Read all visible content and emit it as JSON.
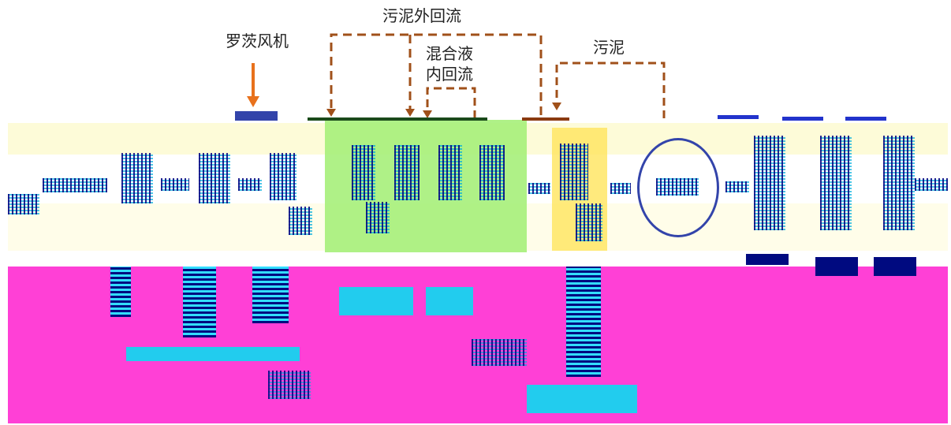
{
  "labels": {
    "blower": "罗茨风机",
    "external_return": "污泥外回流",
    "internal_return_line1": "混合液",
    "internal_return_line2": "内回流",
    "sludge": "污泥"
  },
  "colors": {
    "arrow_orange": "#e8711c",
    "dashed_brown": "#a0501a",
    "band_yellow": "#fdfbd8",
    "band_pale": "#fffde9",
    "tank_green": "#a6f07a",
    "tank_yellow": "#ffe55c",
    "corrupt_magenta": "#ff40d6",
    "glitch_navy": "#000a80",
    "glitch_cyan": "#22ccee"
  }
}
